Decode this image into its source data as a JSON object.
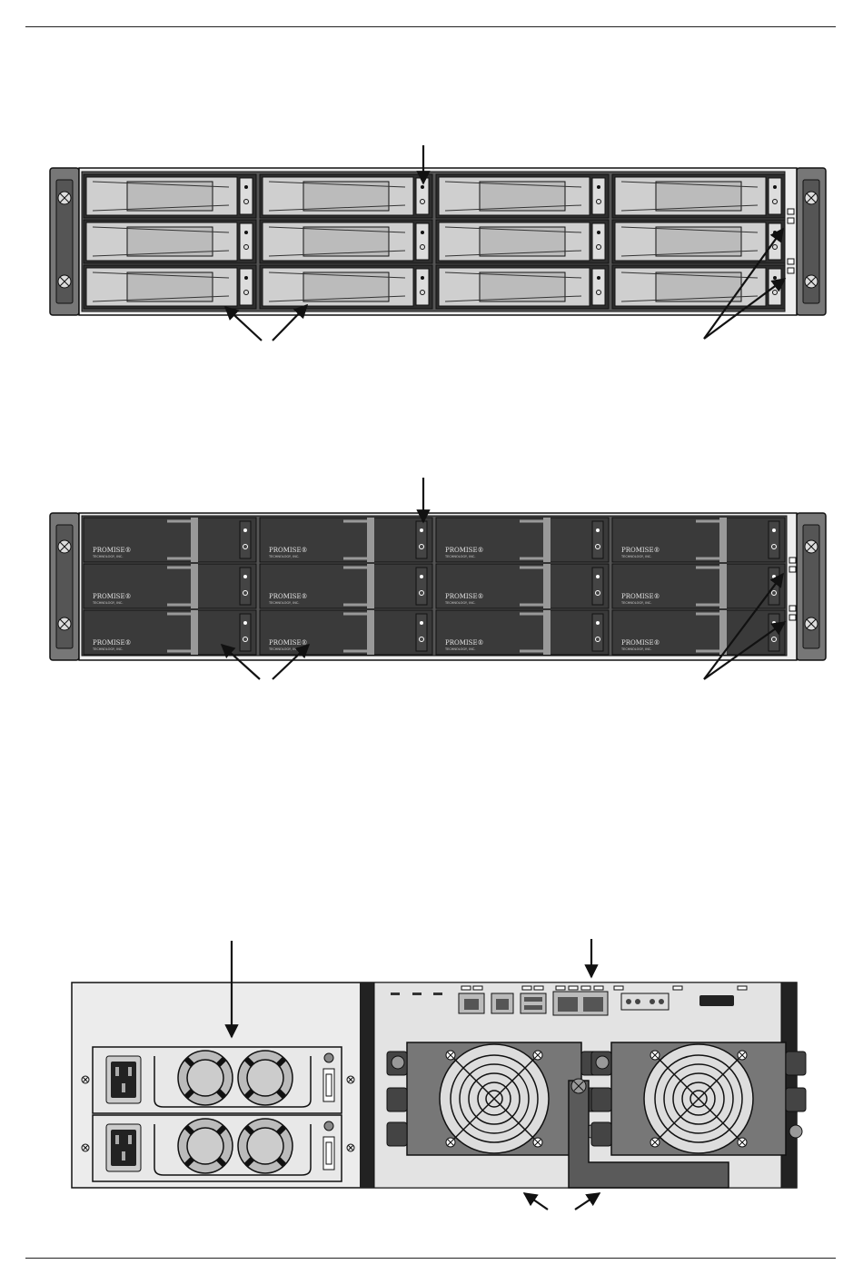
{
  "brand": {
    "name": "PROMISE",
    "mark": "®",
    "sub": "TECHNOLOGY, INC."
  },
  "figures": {
    "front_open": {
      "rows": 3,
      "cols": 4
    },
    "front_covered": {
      "rows": 3,
      "cols": 4
    },
    "rear": {
      "psu_count": 2,
      "fan_count": 2
    }
  },
  "colors": {
    "ink": "#111111",
    "bezel": "#6e6e6e",
    "tray": "#3a3a3a",
    "handle": "#cfcfcf",
    "panel": "#e8e8e8"
  }
}
